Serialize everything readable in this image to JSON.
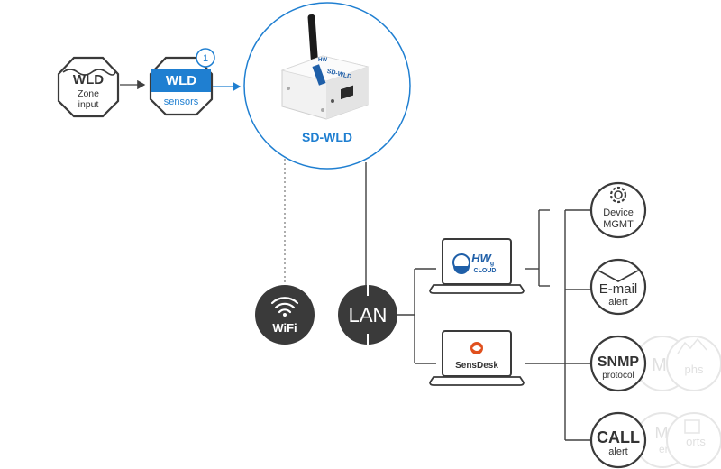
{
  "colors": {
    "accent": "#1f7fd1",
    "dark": "#3a3a3a",
    "line": "#404040",
    "faded": "#c8c8c8"
  },
  "input_node": {
    "title": "WLD",
    "line1": "Zone",
    "line2": "input"
  },
  "sensors_node": {
    "title": "WLD",
    "subtitle": "sensors",
    "badge": "1"
  },
  "device": {
    "label": "SD-WLD",
    "case_brand": "HW",
    "case_model": "SD-WLD"
  },
  "wifi": {
    "label": "WiFi"
  },
  "lan": {
    "label": "LAN"
  },
  "cloud": {
    "brand": "HW",
    "sub": "g",
    "text": "CLOUD"
  },
  "sensdesk": {
    "brand": "SensDesk"
  },
  "outputs": {
    "device_mgmt": {
      "line1": "Device",
      "line2": "MGMT"
    },
    "email": {
      "line1": "E-mail",
      "line2": "alert"
    },
    "snmp": {
      "line1": "SNMP",
      "line2": "protocol"
    },
    "call": {
      "line1": "CALL",
      "line2": "alert"
    }
  },
  "faded_outputs": {
    "xml": "ML",
    "graphs": "phs",
    "sms_top": "MS",
    "sms_bottom": "ert",
    "reports": "orts"
  }
}
